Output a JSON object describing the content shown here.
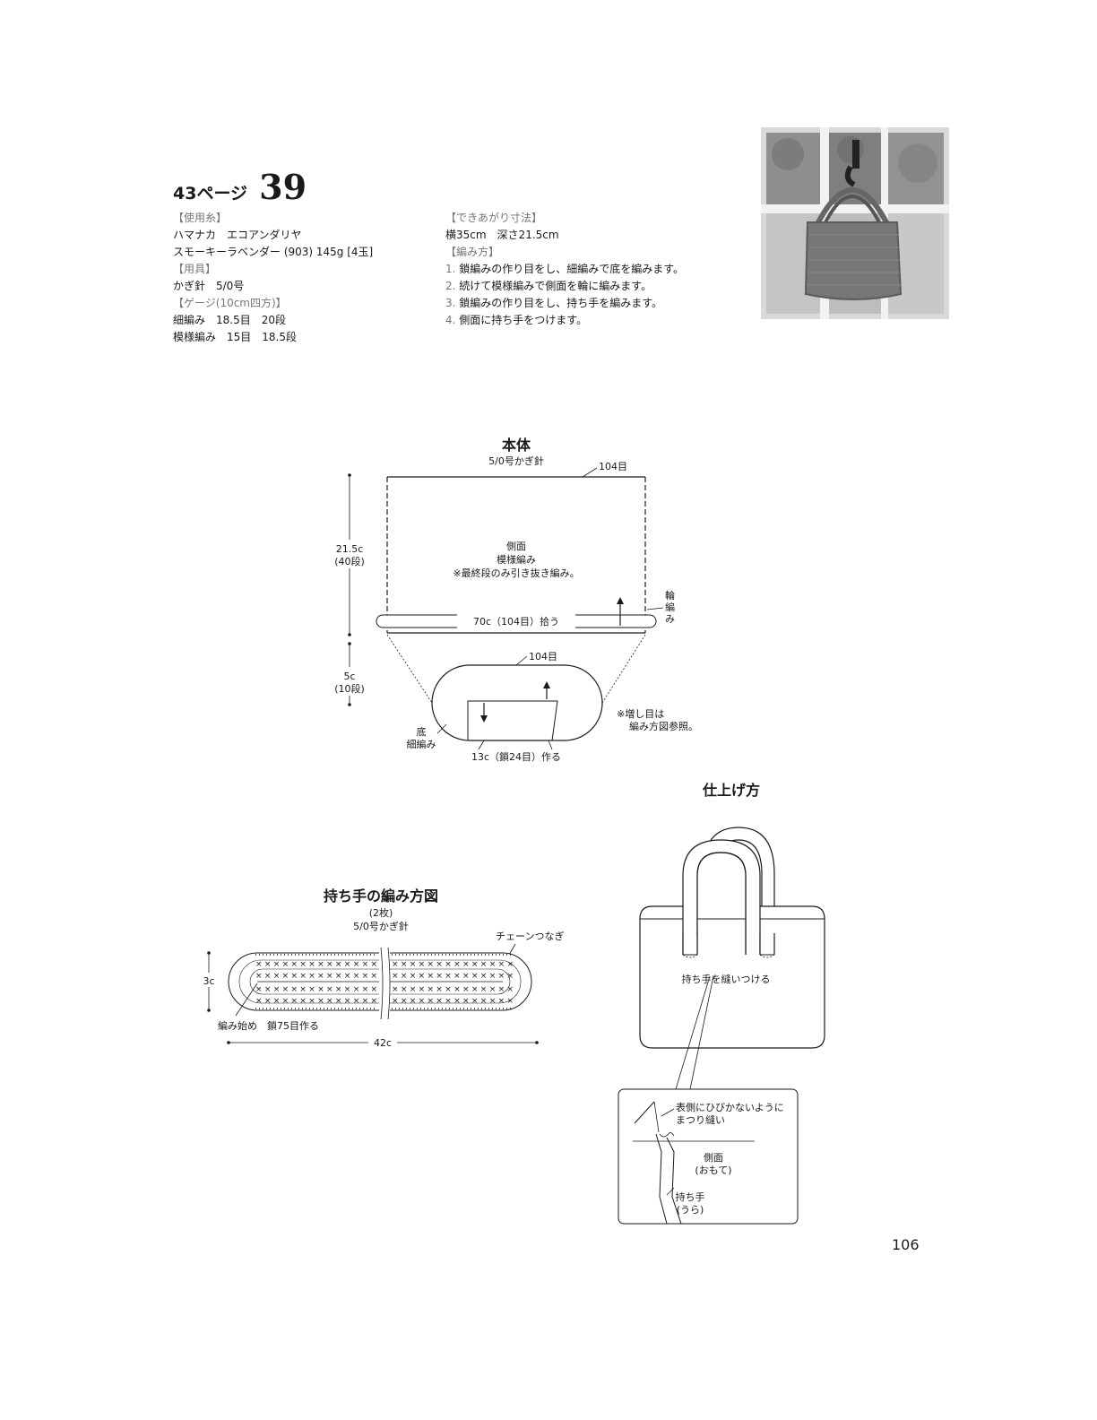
{
  "header": {
    "page_ref": "43ページ",
    "pattern_number": "39"
  },
  "materials": {
    "yarn_label": "【使用糸】",
    "yarn_brand": "ハマナカ　エコアンダリヤ",
    "yarn_color": "スモーキーラベンダー (903) 145g [4玉]",
    "tools_label": "【用具】",
    "hook": "かぎ針　5/0号",
    "gauge_label": "【ゲージ(10cm四方)】",
    "gauge_sc": "細編み　18.5目　20段",
    "gauge_pattern": "模様編み　15目　18.5段"
  },
  "finished": {
    "size_label": "【できあがり寸法】",
    "size": "横35cm　深さ21.5cm",
    "method_label": "【編み方】",
    "steps": [
      {
        "num": "1.",
        "text": "鎖編みの作り目をし、細編みで底を編みます。"
      },
      {
        "num": "2.",
        "text": "続けて模様編みで側面を輪に編みます。"
      },
      {
        "num": "3.",
        "text": "鎖編みの作り目をし、持ち手を編みます。"
      },
      {
        "num": "4.",
        "text": "側面に持ち手をつけます。"
      }
    ]
  },
  "body_diagram": {
    "title": "本体",
    "hook": "5/0号かぎ針",
    "top_stitches": "104目",
    "height_cm": "21.5c",
    "height_rows": "(40段)",
    "side_name": "側面",
    "side_stitch": "模様編み",
    "side_note": "※最終段のみ引き抜き編み。",
    "pickup": "70c（104目）拾う",
    "round_label": [
      "輪",
      "編",
      "み"
    ],
    "bottom_stitches": "104目",
    "bottom_cm": "5c",
    "bottom_rows": "(10段)",
    "bottom_name": "底",
    "bottom_stitch": "細編み",
    "chain_start": "13c（鎖24目）作る",
    "increase_note_1": "※増し目は",
    "increase_note_2": "編み方図参照。"
  },
  "handle_diagram": {
    "title": "持ち手の編み方図",
    "count": "(2枚)",
    "hook": "5/0号かぎ針",
    "chain_join": "チェーンつなぎ",
    "width": "3c",
    "start": "編み始め　鎖75目作る",
    "length": "42c"
  },
  "finishing": {
    "title": "仕上げ方",
    "sew_handles": "持ち手を縫いつける",
    "stitch_note_1": "表側にひびかないように",
    "stitch_note_2": "まつり縫い",
    "side_label": "側面",
    "side_face": "(おもて)",
    "handle_label": "持ち手",
    "handle_face": "(うら)"
  },
  "footer": {
    "page_number": "106"
  }
}
